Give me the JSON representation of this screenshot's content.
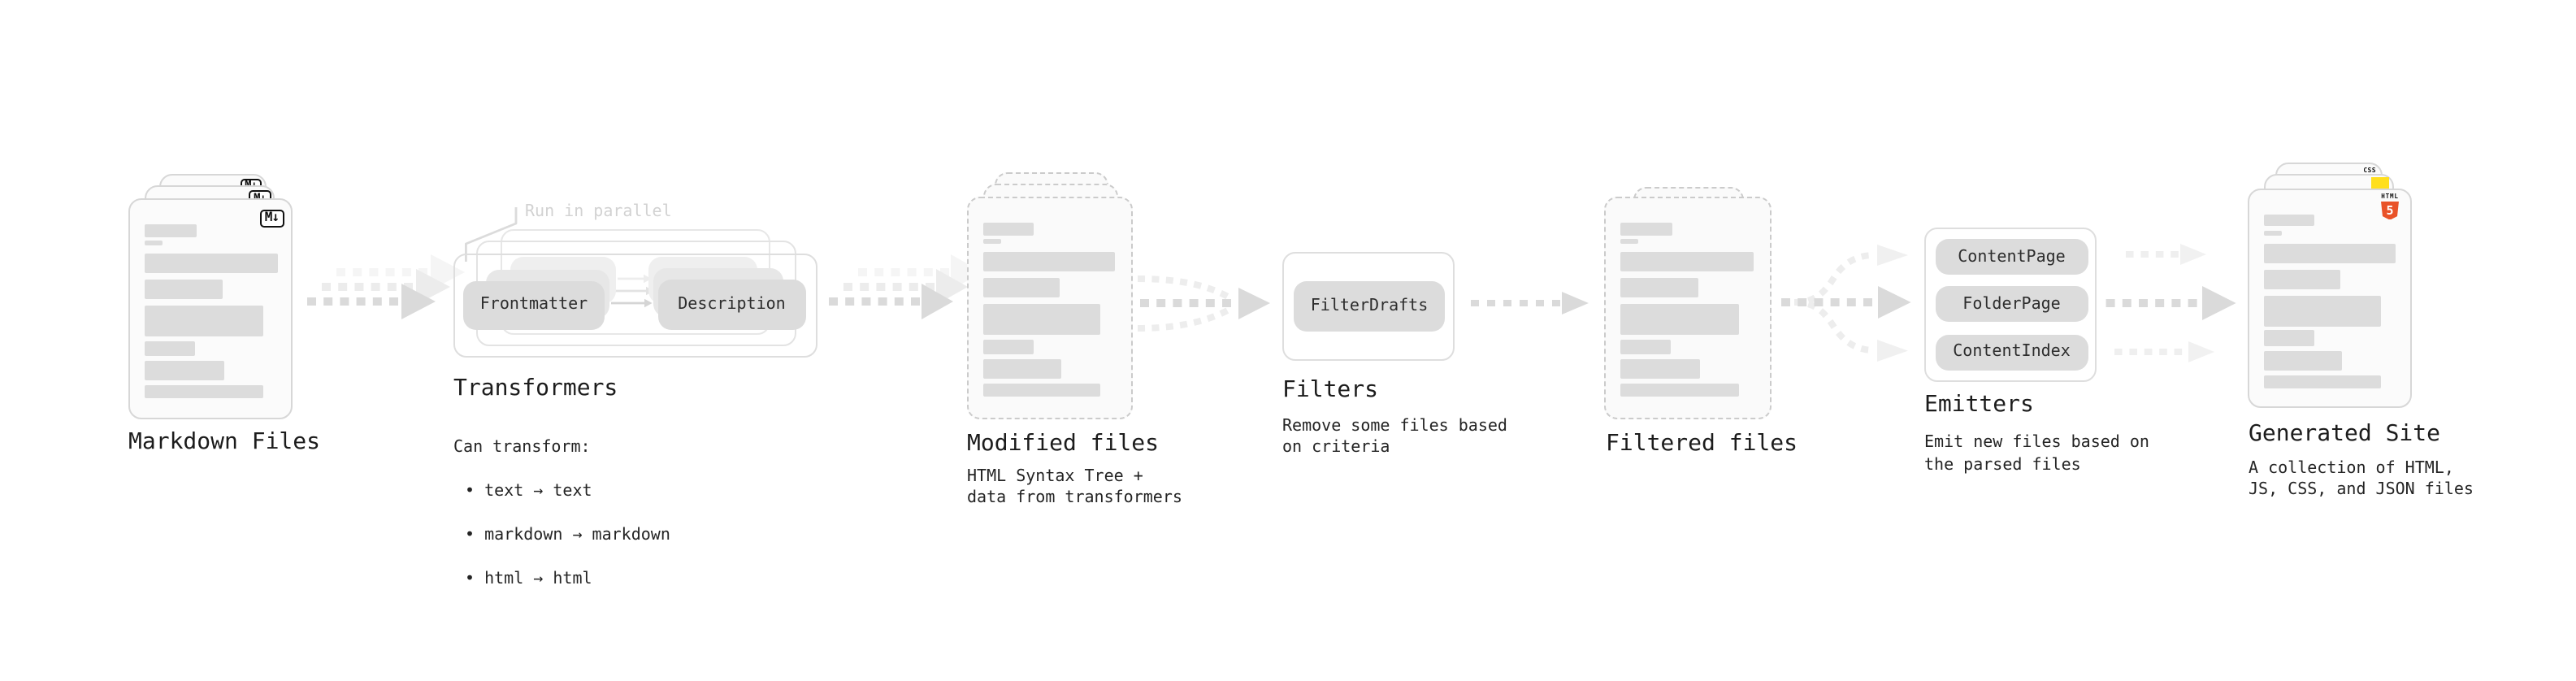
{
  "diagram": {
    "markdown_files": {
      "label": "Markdown Files",
      "badge": "M↓"
    },
    "transformers": {
      "label": "Transformers",
      "note": "Run in parallel",
      "pills": [
        "Frontmatter",
        "Description"
      ],
      "caption_title": "Can transform:",
      "bullets": [
        "• text → text",
        "• markdown → markdown",
        "• html → html"
      ]
    },
    "modified_files": {
      "label": "Modified files",
      "caption": "HTML Syntax Tree +\ndata from transformers"
    },
    "filters": {
      "label": "Filters",
      "pill": "FilterDrafts",
      "caption": "Remove some files based\non criteria"
    },
    "filtered_files": {
      "label": "Filtered files"
    },
    "emitters": {
      "label": "Emitters",
      "pills": [
        "ContentPage",
        "FolderPage",
        "ContentIndex"
      ],
      "caption": "Emit new files based on\nthe parsed files"
    },
    "generated_site": {
      "label": "Generated Site",
      "caption": "A collection of HTML,\nJS, CSS, and JSON files",
      "badges": {
        "css": "CSS",
        "html": "HTML",
        "html5_number": "5"
      }
    },
    "colors": {
      "html5_orange": "#e95228",
      "js_yellow": "#ffdf1e",
      "css_blue": "#2563eb",
      "arrow_grey": "#dadada",
      "skeleton_grey": "#dcdcdc"
    }
  }
}
